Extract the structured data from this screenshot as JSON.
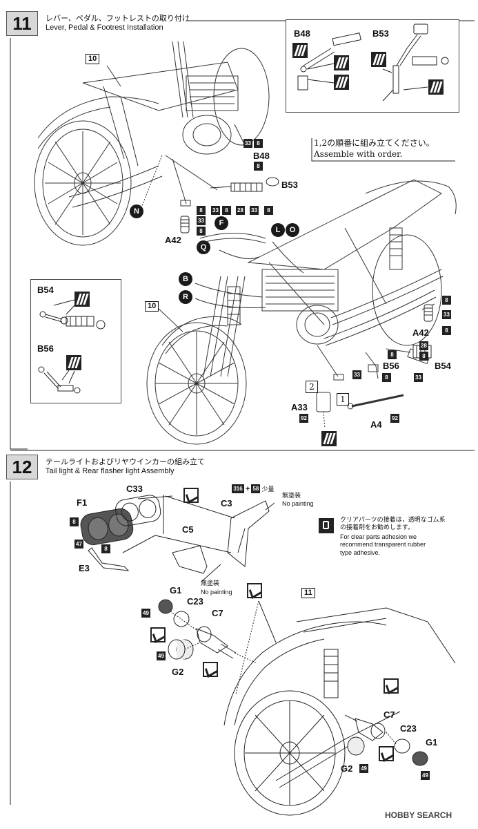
{
  "step11": {
    "number": "11",
    "title_jp": "レバー、ペダル、フットレストの取り付け",
    "title_en": "Lever, Pedal & Footrest Installation",
    "ref_part": "10",
    "ref_part2": "10",
    "inset_top": {
      "b48": "B48",
      "b53": "B53"
    },
    "inset_left": {
      "b54": "B54",
      "b56": "B56"
    },
    "order_note_jp": "1,2の順番に組み立てください。",
    "order_note_en": "Assemble with order.",
    "labels": {
      "b48": "B48",
      "b53": "B53",
      "a42a": "A42",
      "a42b": "A42",
      "b56": "B56",
      "b54": "B54",
      "a33": "A33",
      "a4": "A4"
    },
    "colors": {
      "c33a": "33",
      "c8a": "8",
      "c8b": "8",
      "c33b": "33",
      "c8c": "8",
      "c28a": "28",
      "c33c": "33",
      "c8d": "8",
      "c8e": "8",
      "c33d": "33",
      "c8f": "8",
      "c8g": "8",
      "c33e": "33",
      "c8h": "8",
      "c8i": "8",
      "c28b": "28",
      "c8j": "8",
      "c8k": "8",
      "c33f": "33",
      "c33g": "33",
      "c92a": "92",
      "c92b": "92"
    },
    "circles": {
      "n": "N",
      "f": "F",
      "q": "Q",
      "l": "L",
      "o": "O",
      "b": "B",
      "r": "R"
    },
    "order_nums": {
      "one": "1",
      "two": "2"
    }
  },
  "step12": {
    "number": "12",
    "title_jp": "テールライトおよびリヤウインカーの組み立て",
    "title_en": "Tail light & Rear flasher light Assembly",
    "ref_part": "11",
    "mix": {
      "a": "316",
      "plus": "+",
      "b": "58",
      "small": "少量"
    },
    "no_paint_jp": "無塗装",
    "no_paint_en": "No painting",
    "no_paint_jp2": "無塗装",
    "no_paint_en2": "No painting",
    "clear_note_jp": "クリアパーツの接着は，透明なゴム系の接着剤をお勧めします。",
    "clear_note_en": "For clear parts adhesion we recommend transparent rubber type adhesive.",
    "labels": {
      "f1": "F1",
      "c33": "C33",
      "c3": "C3",
      "c5": "C5",
      "e3": "E3",
      "g1a": "G1",
      "c23a": "C23",
      "c7a": "C7",
      "g2a": "G2",
      "c7b": "C7",
      "c23b": "C23",
      "g1b": "G1",
      "g2b": "G2"
    },
    "colors": {
      "c8a": "8",
      "c47": "47",
      "c8b": "8",
      "c49a": "49",
      "c49b": "49",
      "c49c": "49",
      "c49d": "49"
    }
  },
  "watermark": "HOBBY SEARCH"
}
